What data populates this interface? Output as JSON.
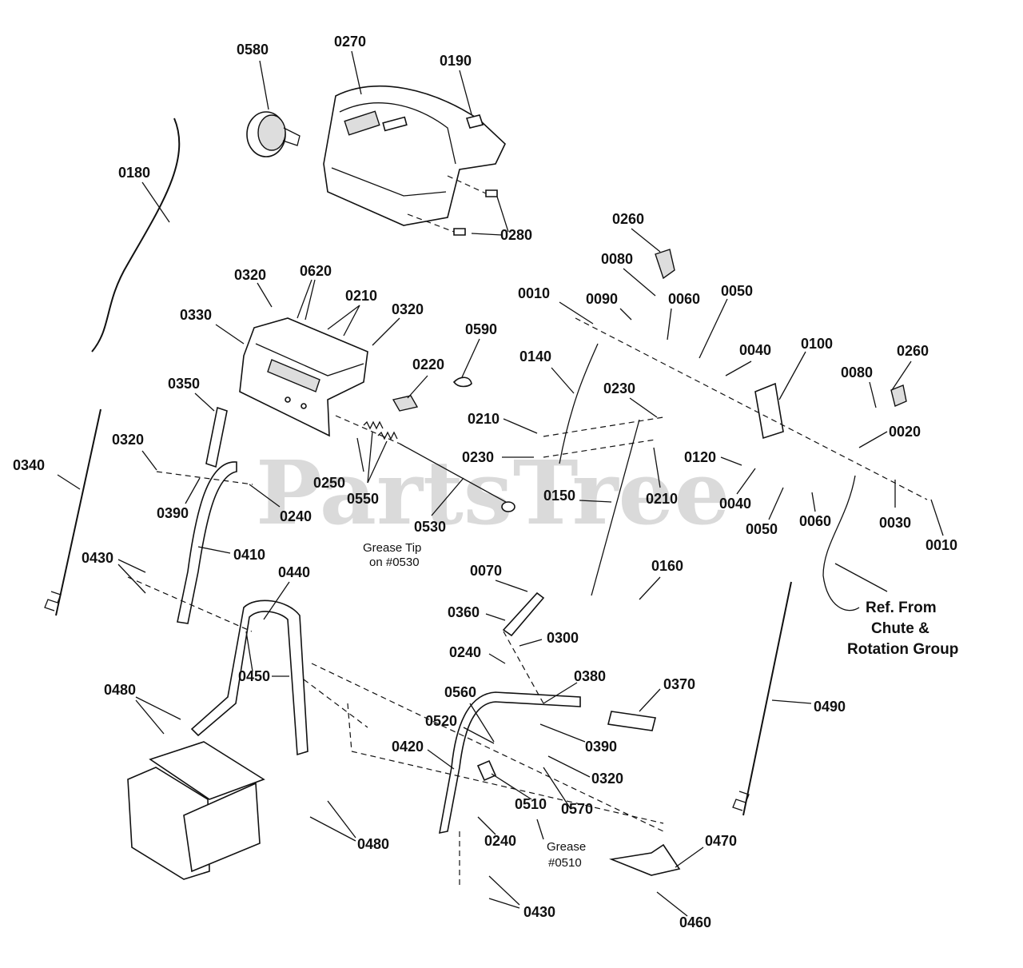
{
  "watermark": "PartsTree",
  "callouts": {
    "c0580": "0580",
    "c0270": "0270",
    "c0190": "0190",
    "c0180": "0180",
    "c0280": "0280",
    "c0260a": "0260",
    "c0080a": "0080",
    "c0010a": "0010",
    "c0090": "0090",
    "c0060a": "0060",
    "c0050a": "0050",
    "c0320a": "0320",
    "c0620": "0620",
    "c0210a": "0210",
    "c0320b": "0320",
    "c0330": "0330",
    "c0590": "0590",
    "c0140": "0140",
    "c0040a": "0040",
    "c0100": "0100",
    "c0080b": "0080",
    "c0260b": "0260",
    "c0220": "0220",
    "c0350": "0350",
    "c0230a": "0230",
    "c0020": "0020",
    "c0210b": "0210",
    "c0320c": "0320",
    "c0340": "0340",
    "c0230b": "0230",
    "c0120": "0120",
    "c0250": "0250",
    "c0550": "0550",
    "c0150": "0150",
    "c0210c": "0210",
    "c0040b": "0040",
    "c0390a": "0390",
    "c0240a": "0240",
    "c0030": "0030",
    "c0530": "0530",
    "c0050b": "0050",
    "c0060b": "0060",
    "c0010b": "0010",
    "c0410": "0410",
    "c0430a": "0430",
    "c0440": "0440",
    "c0160": "0160",
    "c0070": "0070",
    "c0360": "0360",
    "c0300": "0300",
    "c0240b": "0240",
    "c0450": "0450",
    "c0380": "0380",
    "c0370": "0370",
    "c0490": "0490",
    "c0480a": "0480",
    "c0560": "0560",
    "c0520": "0520",
    "c0390b": "0390",
    "c0420": "0420",
    "c0320d": "0320",
    "c0510": "0510",
    "c0570": "0570",
    "c0480b": "0480",
    "c0240c": "0240",
    "c0470": "0470",
    "c0430b": "0430",
    "c0460": "0460"
  },
  "notes": {
    "grease_tip_line1": "Grease Tip",
    "grease_tip_line2": "on #0530",
    "grease_line1": "Grease",
    "grease_line2": "#0510",
    "ref_line1": "Ref. From",
    "ref_line2": "Chute &",
    "ref_line3": "Rotation Group"
  }
}
